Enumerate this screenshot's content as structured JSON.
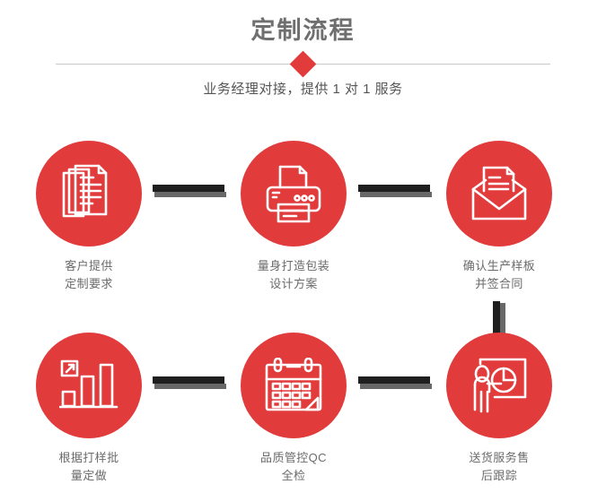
{
  "header": {
    "title": "定制流程",
    "subtitle": "业务经理对接，提供 1 对 1 服务",
    "diamond_icon": "diamond-marker",
    "accent_color": "#e13b3c",
    "title_color": "#6f6f6f",
    "divider_color": "#c9c9c9"
  },
  "flow": {
    "connector_color": "#1f1f1f",
    "connector_shadow_color": "#686868",
    "circle_color": "#e13b3c",
    "label_color": "#6b6b6b",
    "steps": [
      {
        "index": 1,
        "icon": "documents-stack-icon",
        "label_line1": "客户提供",
        "label_line2": "定制要求"
      },
      {
        "index": 2,
        "icon": "printer-icon",
        "label_line1": "量身打造包装",
        "label_line2": "设计方案"
      },
      {
        "index": 3,
        "icon": "open-envelope-letter-icon",
        "label_line1": "确认生产样板",
        "label_line2": "并签合同"
      },
      {
        "index": 4,
        "icon": "bar-chart-growth-icon",
        "label_line1": "根据打样批",
        "label_line2": "量定做"
      },
      {
        "index": 5,
        "icon": "calendar-icon",
        "label_line1": "品质管控QC",
        "label_line2": "全检"
      },
      {
        "index": 6,
        "icon": "presenter-pie-chart-icon",
        "label_line1": "送货服务售",
        "label_line2": "后跟踪"
      }
    ],
    "connectors": [
      {
        "name": "connector-step1-step2",
        "direction": "horizontal"
      },
      {
        "name": "connector-step2-step3",
        "direction": "horizontal"
      },
      {
        "name": "connector-step3-step6",
        "direction": "vertical"
      },
      {
        "name": "connector-step4-step5",
        "direction": "horizontal"
      },
      {
        "name": "connector-step5-step6",
        "direction": "horizontal"
      }
    ]
  }
}
